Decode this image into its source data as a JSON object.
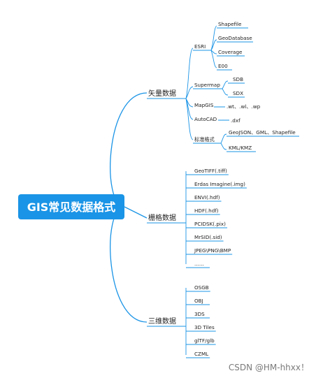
{
  "root": {
    "label": "GIS常见数据格式"
  },
  "branches": [
    {
      "label": "矢量数据",
      "groups": [
        {
          "label": "ESRI",
          "items": [
            "Shapefile",
            "GeoDatabase",
            "Coverage",
            "E00"
          ]
        },
        {
          "label": "Supermap",
          "items": [
            "SDB",
            "SDX"
          ]
        },
        {
          "label": "MapGIS",
          "items": [
            ".wt、.wl、.wp"
          ]
        },
        {
          "label": "AutoCAD",
          "items": [
            ".dxf"
          ]
        },
        {
          "label": "标准格式",
          "items": [
            "GeoJSON、GML、Shapefile",
            "KML/KMZ"
          ]
        }
      ]
    },
    {
      "label": "栅格数据",
      "items": [
        "GeoTIFF(.tiff)",
        "Erdas Imagine(.img)",
        "ENVI(.hdf)",
        "HDF(.hdf)",
        "PCIDSK(.pix)",
        "MrSID(.sid)",
        "JPEG\\PNG\\BMP",
        "......"
      ]
    },
    {
      "label": "三维数据",
      "items": [
        "OSGB",
        "OBJ",
        "3DS",
        "3D Tiles",
        "glTF/glb",
        "CZML"
      ]
    }
  ],
  "watermark": "CSDN @HM-hhxx！",
  "colors": {
    "accent": "#1a94e6"
  }
}
